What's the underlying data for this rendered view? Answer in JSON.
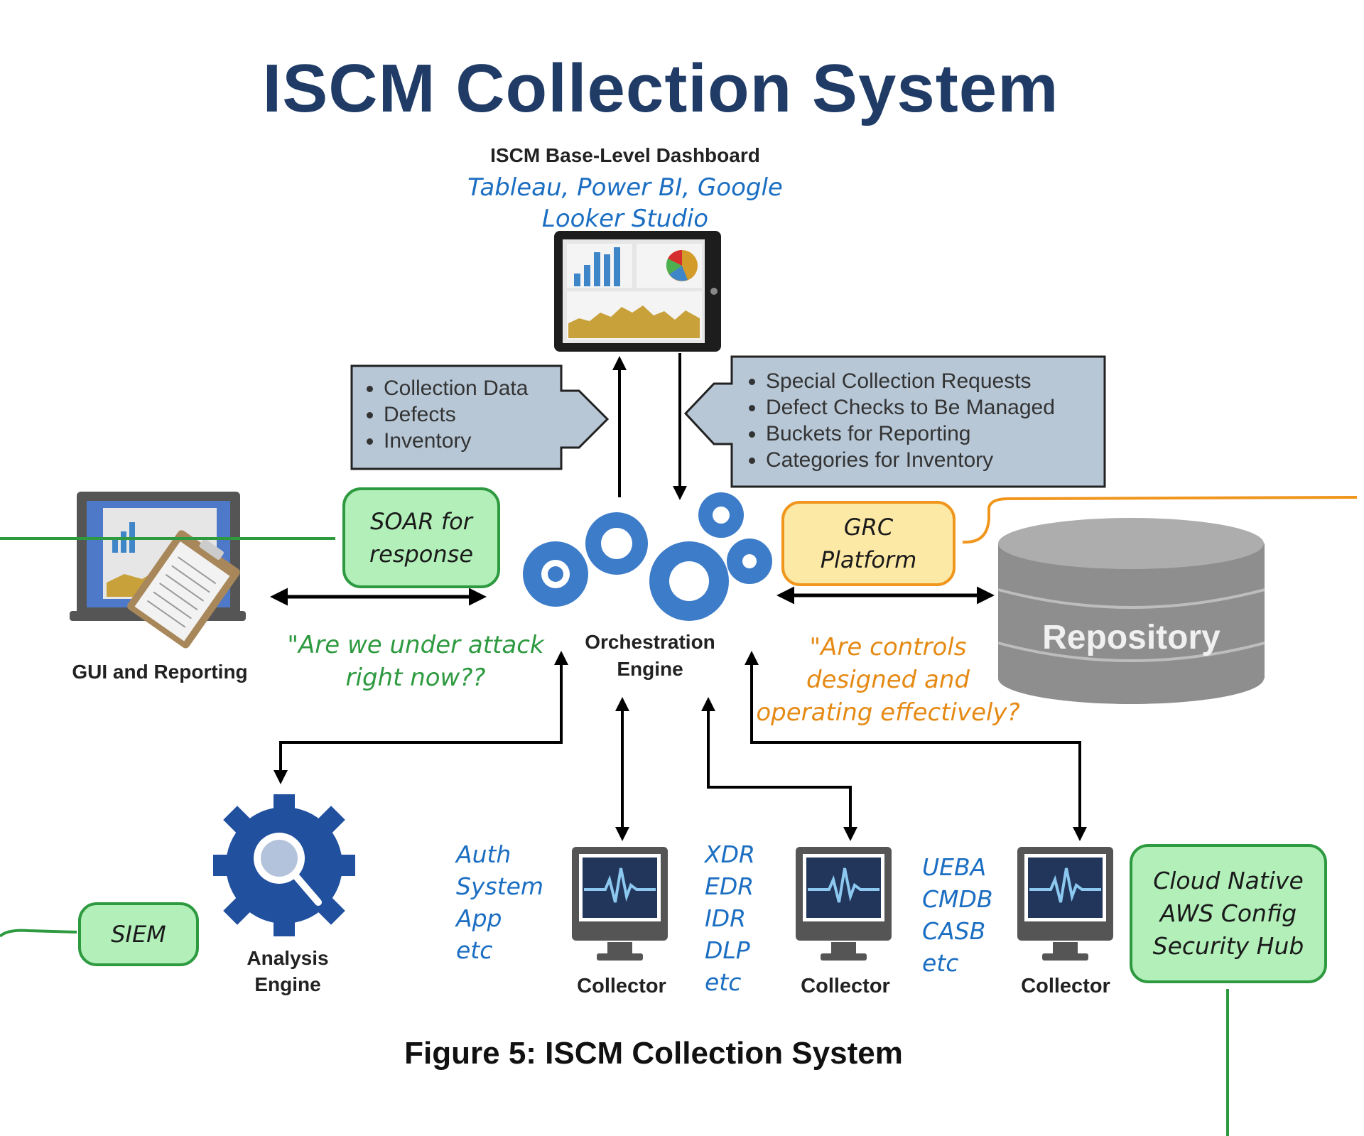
{
  "title": "ISCM Collection System",
  "dashboard": {
    "label": "ISCM Base-Level Dashboard",
    "tools_line1": "Tableau, Power BI, Google",
    "tools_line2": "Looker Studio"
  },
  "callouts": {
    "to_dashboard": [
      "Collection Data",
      "Defects",
      "Inventory"
    ],
    "from_dashboard": [
      "Special Collection Requests",
      "Defect Checks to Be Managed",
      "Buckets for Reporting",
      "Categories for Inventory"
    ]
  },
  "nodes": {
    "gui": "GUI and Reporting",
    "orchestration_line1": "Orchestration",
    "orchestration_line2": "Engine",
    "repository": "Repository",
    "analysis_line1": "Analysis",
    "analysis_line2": "Engine",
    "collector": "Collector"
  },
  "annotations": {
    "soar_line1": "SOAR for",
    "soar_line2": "response",
    "grc_line1": "GRC",
    "grc_line2": "Platform",
    "siem": "SIEM",
    "cloud_line1": "Cloud Native",
    "cloud_line2": "AWS Config",
    "cloud_line3": "Security Hub",
    "attack_q_line1": "\"Are we under attack",
    "attack_q_line2": "right now??",
    "controls_q_line1": "\"Are controls",
    "controls_q_line2": "designed and",
    "controls_q_line3": "operating effectively?"
  },
  "collector_sources": {
    "c1_left": [
      "Auth",
      "System",
      "App",
      "etc"
    ],
    "c1_right": [
      "XDR",
      "EDR",
      "IDR",
      "DLP",
      "etc"
    ],
    "c2_right": [
      "UEBA",
      "CMDB",
      "CASB",
      "etc"
    ]
  },
  "caption": "Figure 5: ISCM Collection System",
  "colors": {
    "title": "#1f3b66",
    "gear": "#3d7cc9",
    "annotation_green": "#2e9a40",
    "annotation_orange": "#e58a14",
    "annotation_blue": "#1b6ec2",
    "callout_fill": "#b7c7d6"
  }
}
